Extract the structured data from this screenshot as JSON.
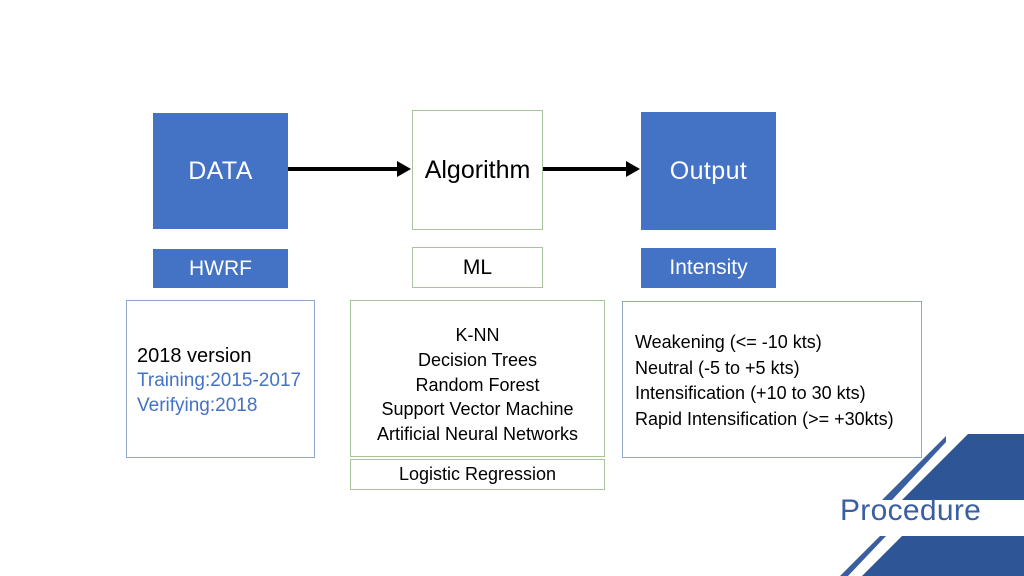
{
  "slide": {
    "footer_label": "Procedure",
    "accent_blue": "#4472C4",
    "accent_deco_blue": "#2E5596",
    "accent_green_border": "#A9C49A",
    "accent_blue_border": "#8FA8CB",
    "text_blue": "#4472C4"
  },
  "flow": {
    "stages": [
      {
        "id": "data",
        "label": "DATA",
        "style": "blue"
      },
      {
        "id": "algorithm",
        "label": "Algorithm",
        "style": "green-outline"
      },
      {
        "id": "output",
        "label": "Output",
        "style": "blue"
      }
    ]
  },
  "labels": {
    "items": [
      {
        "id": "hwrf",
        "label": "HWRF",
        "style": "blue"
      },
      {
        "id": "ml",
        "label": "ML",
        "style": "green-outline"
      },
      {
        "id": "intensity",
        "label": "Intensity",
        "style": "blue"
      }
    ]
  },
  "panels": {
    "data_details": {
      "title": "2018 version",
      "training": "Training:2015-2017",
      "verifying": "Verifying:2018"
    },
    "algorithm_details": {
      "methods": [
        "K-NN",
        "Decision Trees",
        "Random Forest",
        "Support Vector Machine",
        "Artificial Neural Networks"
      ],
      "extra_method": "Logistic Regression"
    },
    "output_details": {
      "categories": [
        "Weakening (<= -10 kts)",
        "Neutral (-5 to +5 kts)",
        "Intensification (+10 to 30 kts)",
        "Rapid Intensification (>= +30kts)"
      ]
    }
  }
}
